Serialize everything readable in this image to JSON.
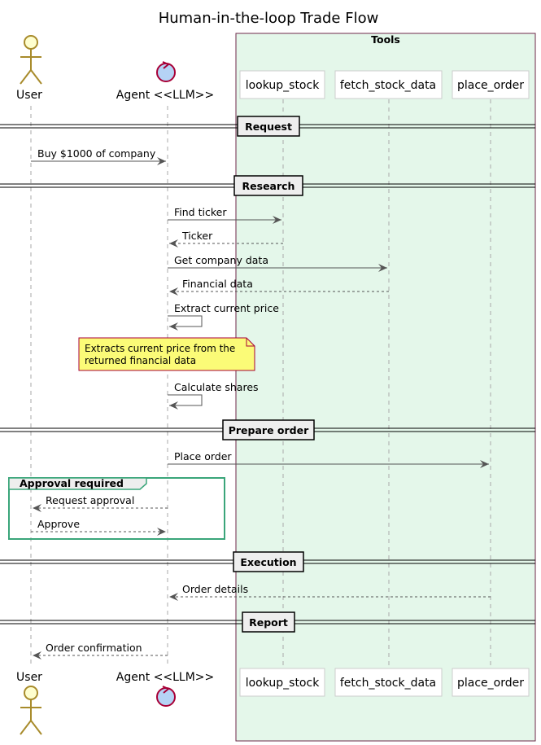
{
  "title": "Human-in-the-loop Trade Flow",
  "box": {
    "label": "Tools",
    "fill": "#E4F7EA",
    "border": "#6E2A4A"
  },
  "participants": [
    {
      "id": "user",
      "label": "User",
      "kind": "actor",
      "icon": "actor-icon"
    },
    {
      "id": "agent",
      "label": "Agent <<LLM>>",
      "kind": "control",
      "icon": "control-icon"
    },
    {
      "id": "lookup",
      "label": "lookup_stock",
      "kind": "participant"
    },
    {
      "id": "fetch",
      "label": "fetch_stock_data",
      "kind": "participant"
    },
    {
      "id": "place",
      "label": "place_order",
      "kind": "participant"
    }
  ],
  "dividers": {
    "request": "Request",
    "research": "Research",
    "prepare": "Prepare order",
    "execution": "Execution",
    "report": "Report"
  },
  "messages": {
    "m1": "Buy $1000 of company",
    "m2": "Find ticker",
    "m3": "Ticker",
    "m4": "Get company data",
    "m5": "Financial data",
    "m6": "Extract current price",
    "m7": "Calculate shares",
    "m8": "Place order",
    "m9": "Request approval",
    "m10": "Approve",
    "m11": "Order details",
    "m12": "Order confirmation"
  },
  "note": {
    "line1": "Extracts current price from the",
    "line2": "returned financial data",
    "fill": "#FBFB77",
    "border": "#A80036"
  },
  "group": {
    "label": "Approval required",
    "border": "#3AA57A"
  },
  "colors": {
    "actor_fill": "#FEFECE",
    "actor_stroke": "#A88B2B",
    "control_fill": "#B5D3F5",
    "control_stroke": "#A80036",
    "arrow": "#555555"
  }
}
